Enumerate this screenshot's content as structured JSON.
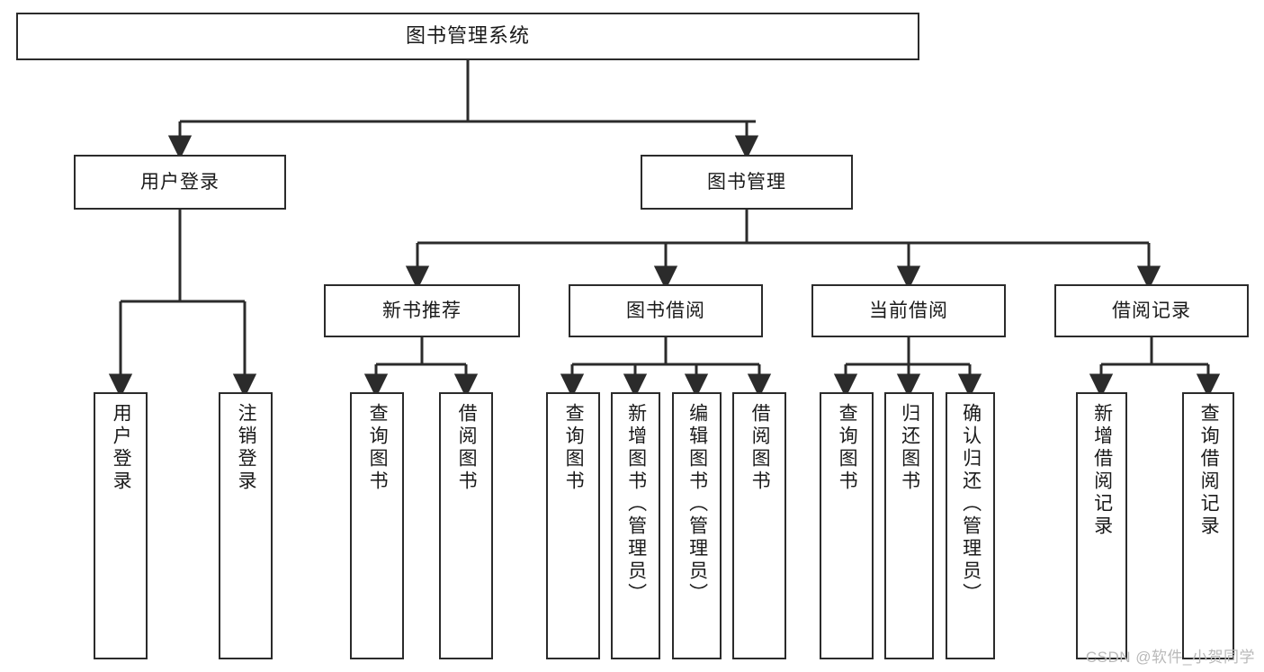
{
  "diagram": {
    "title": "图书管理系统",
    "type": "hierarchy-tree",
    "orientation": "top-down",
    "colors": {
      "background": "#ffffff",
      "node_border": "#2b2b2b",
      "node_fill": "#ffffff",
      "edge": "#2b2b2b",
      "text": "#1a1a1a",
      "watermark": "#b9b9b9"
    },
    "root": {
      "label": "图书管理系统"
    },
    "level1": [
      {
        "label": "用户登录"
      },
      {
        "label": "图书管理"
      }
    ],
    "level2": [
      {
        "label": "新书推荐"
      },
      {
        "label": "图书借阅"
      },
      {
        "label": "当前借阅"
      },
      {
        "label": "借阅记录"
      }
    ],
    "leaves": {
      "user_login": [
        {
          "label": "用户登录"
        },
        {
          "label": "注销登录"
        }
      ],
      "new_book_recommend": [
        {
          "label": "查询图书"
        },
        {
          "label": "借阅图书"
        }
      ],
      "book_borrow": [
        {
          "label": "查询图书"
        },
        {
          "label": "新增图书（管理员）"
        },
        {
          "label": "编辑图书（管理员）"
        },
        {
          "label": "借阅图书"
        }
      ],
      "current_borrow": [
        {
          "label": "查询图书"
        },
        {
          "label": "归还图书"
        },
        {
          "label": "确认归还（管理员）"
        }
      ],
      "borrow_record": [
        {
          "label": "新增借阅记录"
        },
        {
          "label": "查询借阅记录"
        }
      ]
    },
    "watermark": "CSDN @软件_小贺同学"
  }
}
